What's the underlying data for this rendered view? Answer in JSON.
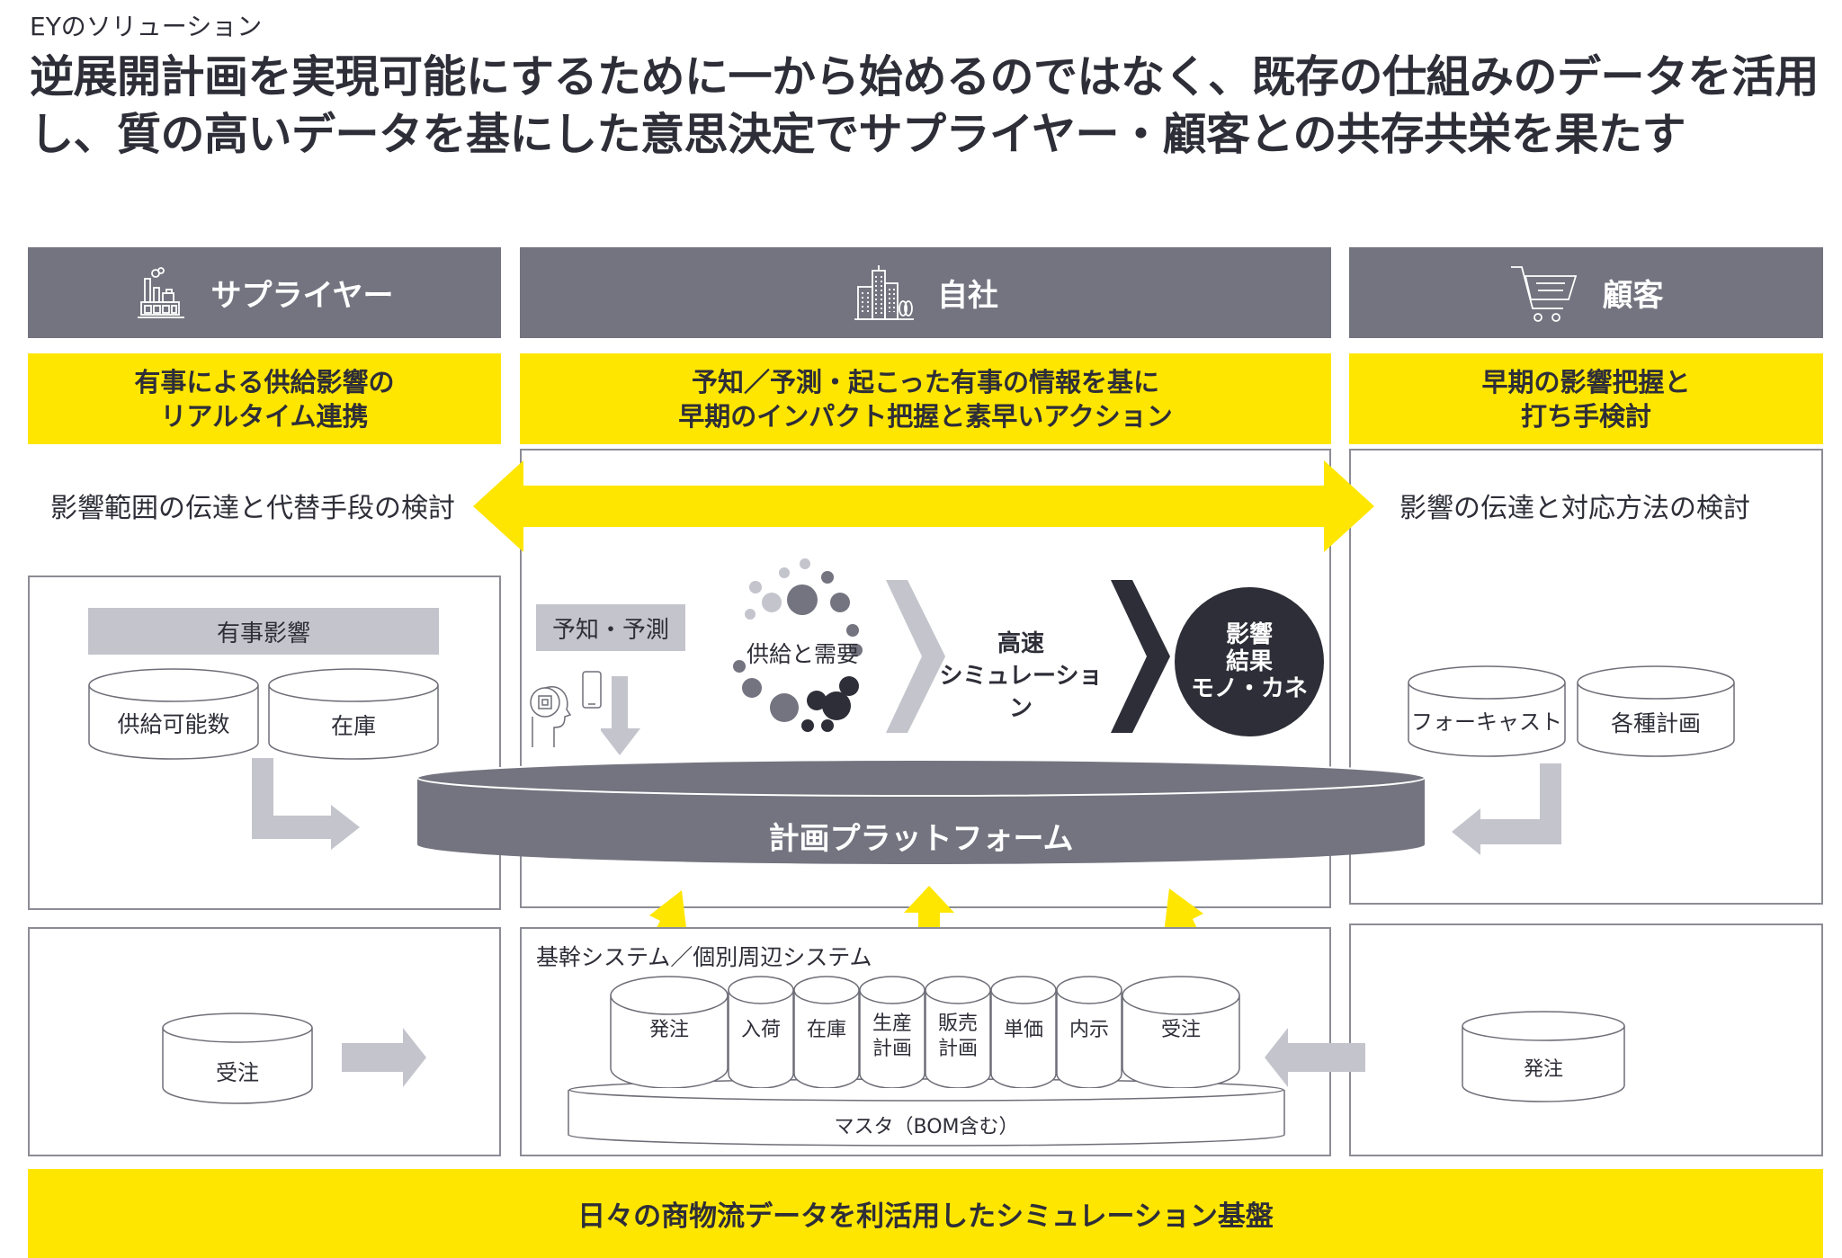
{
  "eyebrow": "EYのソリューション",
  "title": "逆展開計画を実現可能にするために一から始めるのではなく、既存の仕組みのデータを活用し、質の高いデータを基にした意思決定でサプライヤー・顧客との共存共栄を果たす",
  "columns": {
    "supplier": {
      "header": "サプライヤー",
      "icon": "factory-icon",
      "band": [
        "有事による供給影響の",
        "リアルタイム連携"
      ],
      "flow_text": "影響範囲の伝達と代替手段の検討",
      "impact_label": "有事影響",
      "databases": [
        "供給可能数",
        "在庫"
      ],
      "order_db": "受注"
    },
    "company": {
      "header": "自社",
      "icon": "office-building-icon",
      "band": [
        "予知／予測・起こった有事の情報を基に",
        "早期のインパクト把握と素早いアクション"
      ],
      "forecast_label": "予知・予測",
      "supply_demand": "供給と需要",
      "simulation": [
        "高速",
        "シミュレーション"
      ],
      "result": [
        "影響",
        "結果",
        "モノ・カネ"
      ],
      "platform": "計画プラットフォーム",
      "core_systems_label": "基幹システム／個別周辺システム",
      "system_dbs": [
        {
          "label": [
            "発注"
          ]
        },
        {
          "label": [
            "入荷"
          ]
        },
        {
          "label": [
            "在庫"
          ]
        },
        {
          "label": [
            "生産",
            "計画"
          ]
        },
        {
          "label": [
            "販売",
            "計画"
          ]
        },
        {
          "label": [
            "単価"
          ]
        },
        {
          "label": [
            "内示"
          ]
        },
        {
          "label": [
            "受注"
          ]
        }
      ],
      "master": "マスタ（BOM含む）"
    },
    "customer": {
      "header": "顧客",
      "icon": "shopping-cart-icon",
      "band": [
        "早期の影響把握と",
        "打ち手検討"
      ],
      "flow_text": "影響の伝達と対応方法の検討",
      "databases": [
        "フォーキャスト",
        "各種計画"
      ],
      "order_db": "発注"
    }
  },
  "footer_band": "日々の商物流データを利活用したシミュレーション基盤",
  "colors": {
    "header_gray": "#747480",
    "accent_yellow": "#ffe600",
    "light_gray": "#c4c4cd",
    "dark": "#2e2e38"
  }
}
